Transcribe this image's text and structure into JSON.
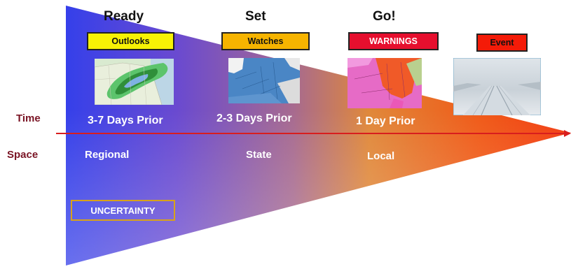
{
  "phases": [
    "Ready",
    "Set",
    "Go!"
  ],
  "products": [
    {
      "label": "Outlooks",
      "bg": "#f7f205",
      "color": "#111111"
    },
    {
      "label": "Watches",
      "bg": "#f6b400",
      "color": "#111111"
    },
    {
      "label": "WARNINGS",
      "bg": "#e60f2e",
      "color": "#ffffff"
    },
    {
      "label": "Event",
      "bg": "#f41b08",
      "color": "#111111"
    }
  ],
  "time_label": "Time",
  "space_label": "Space",
  "priors": [
    "3-7 Days Prior",
    "2-3 Days Prior",
    "1 Day Prior"
  ],
  "spaces": [
    "Regional",
    "State",
    "Local"
  ],
  "uncertainty_label": "UNCERTAINTY",
  "images": [
    "outlook-map",
    "watch-map",
    "warning-map",
    "snowy-road-photo"
  ],
  "colors": {
    "gradient_start": "#3a44e8",
    "gradient_mid": "#e08a3a",
    "gradient_end": "#f03a10",
    "timeline": "#d81e1e",
    "side_labels": "#7a1424"
  }
}
